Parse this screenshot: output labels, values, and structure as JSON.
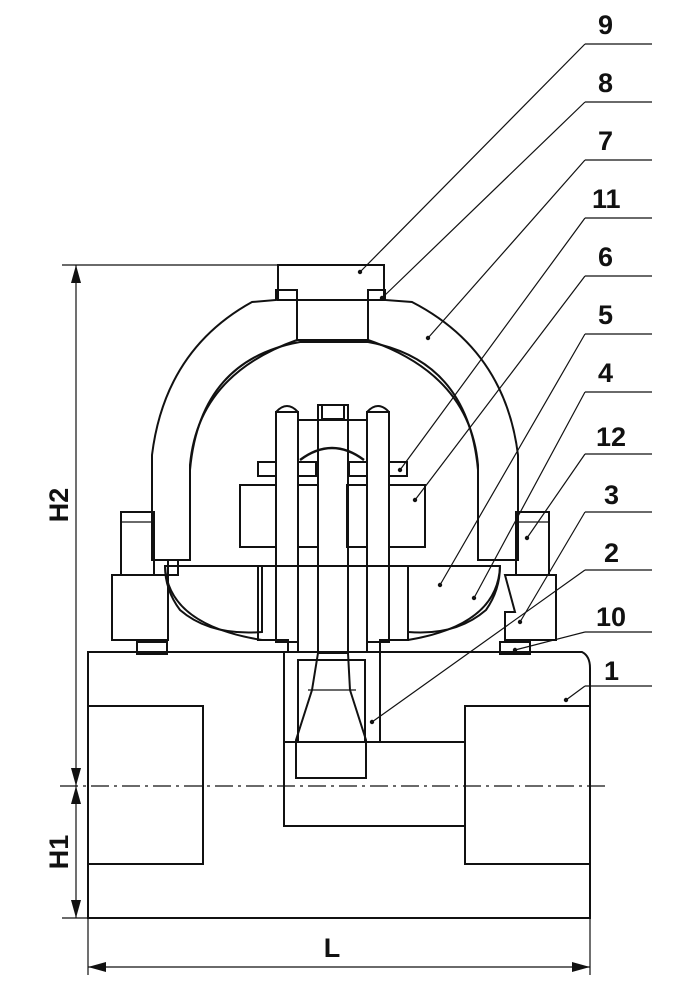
{
  "diagram": {
    "callouts": [
      {
        "id": "callout-9",
        "label": "9"
      },
      {
        "id": "callout-8",
        "label": "8"
      },
      {
        "id": "callout-7",
        "label": "7"
      },
      {
        "id": "callout-11",
        "label": "11"
      },
      {
        "id": "callout-6",
        "label": "6"
      },
      {
        "id": "callout-5",
        "label": "5"
      },
      {
        "id": "callout-4",
        "label": "4"
      },
      {
        "id": "callout-12",
        "label": "12"
      },
      {
        "id": "callout-3",
        "label": "3"
      },
      {
        "id": "callout-2",
        "label": "2"
      },
      {
        "id": "callout-10",
        "label": "10"
      },
      {
        "id": "callout-1",
        "label": "1"
      }
    ],
    "dimensions": {
      "h2": "H2",
      "h1": "H1",
      "l": "L"
    },
    "colors": {
      "line": "#111111",
      "background": "#ffffff"
    }
  }
}
